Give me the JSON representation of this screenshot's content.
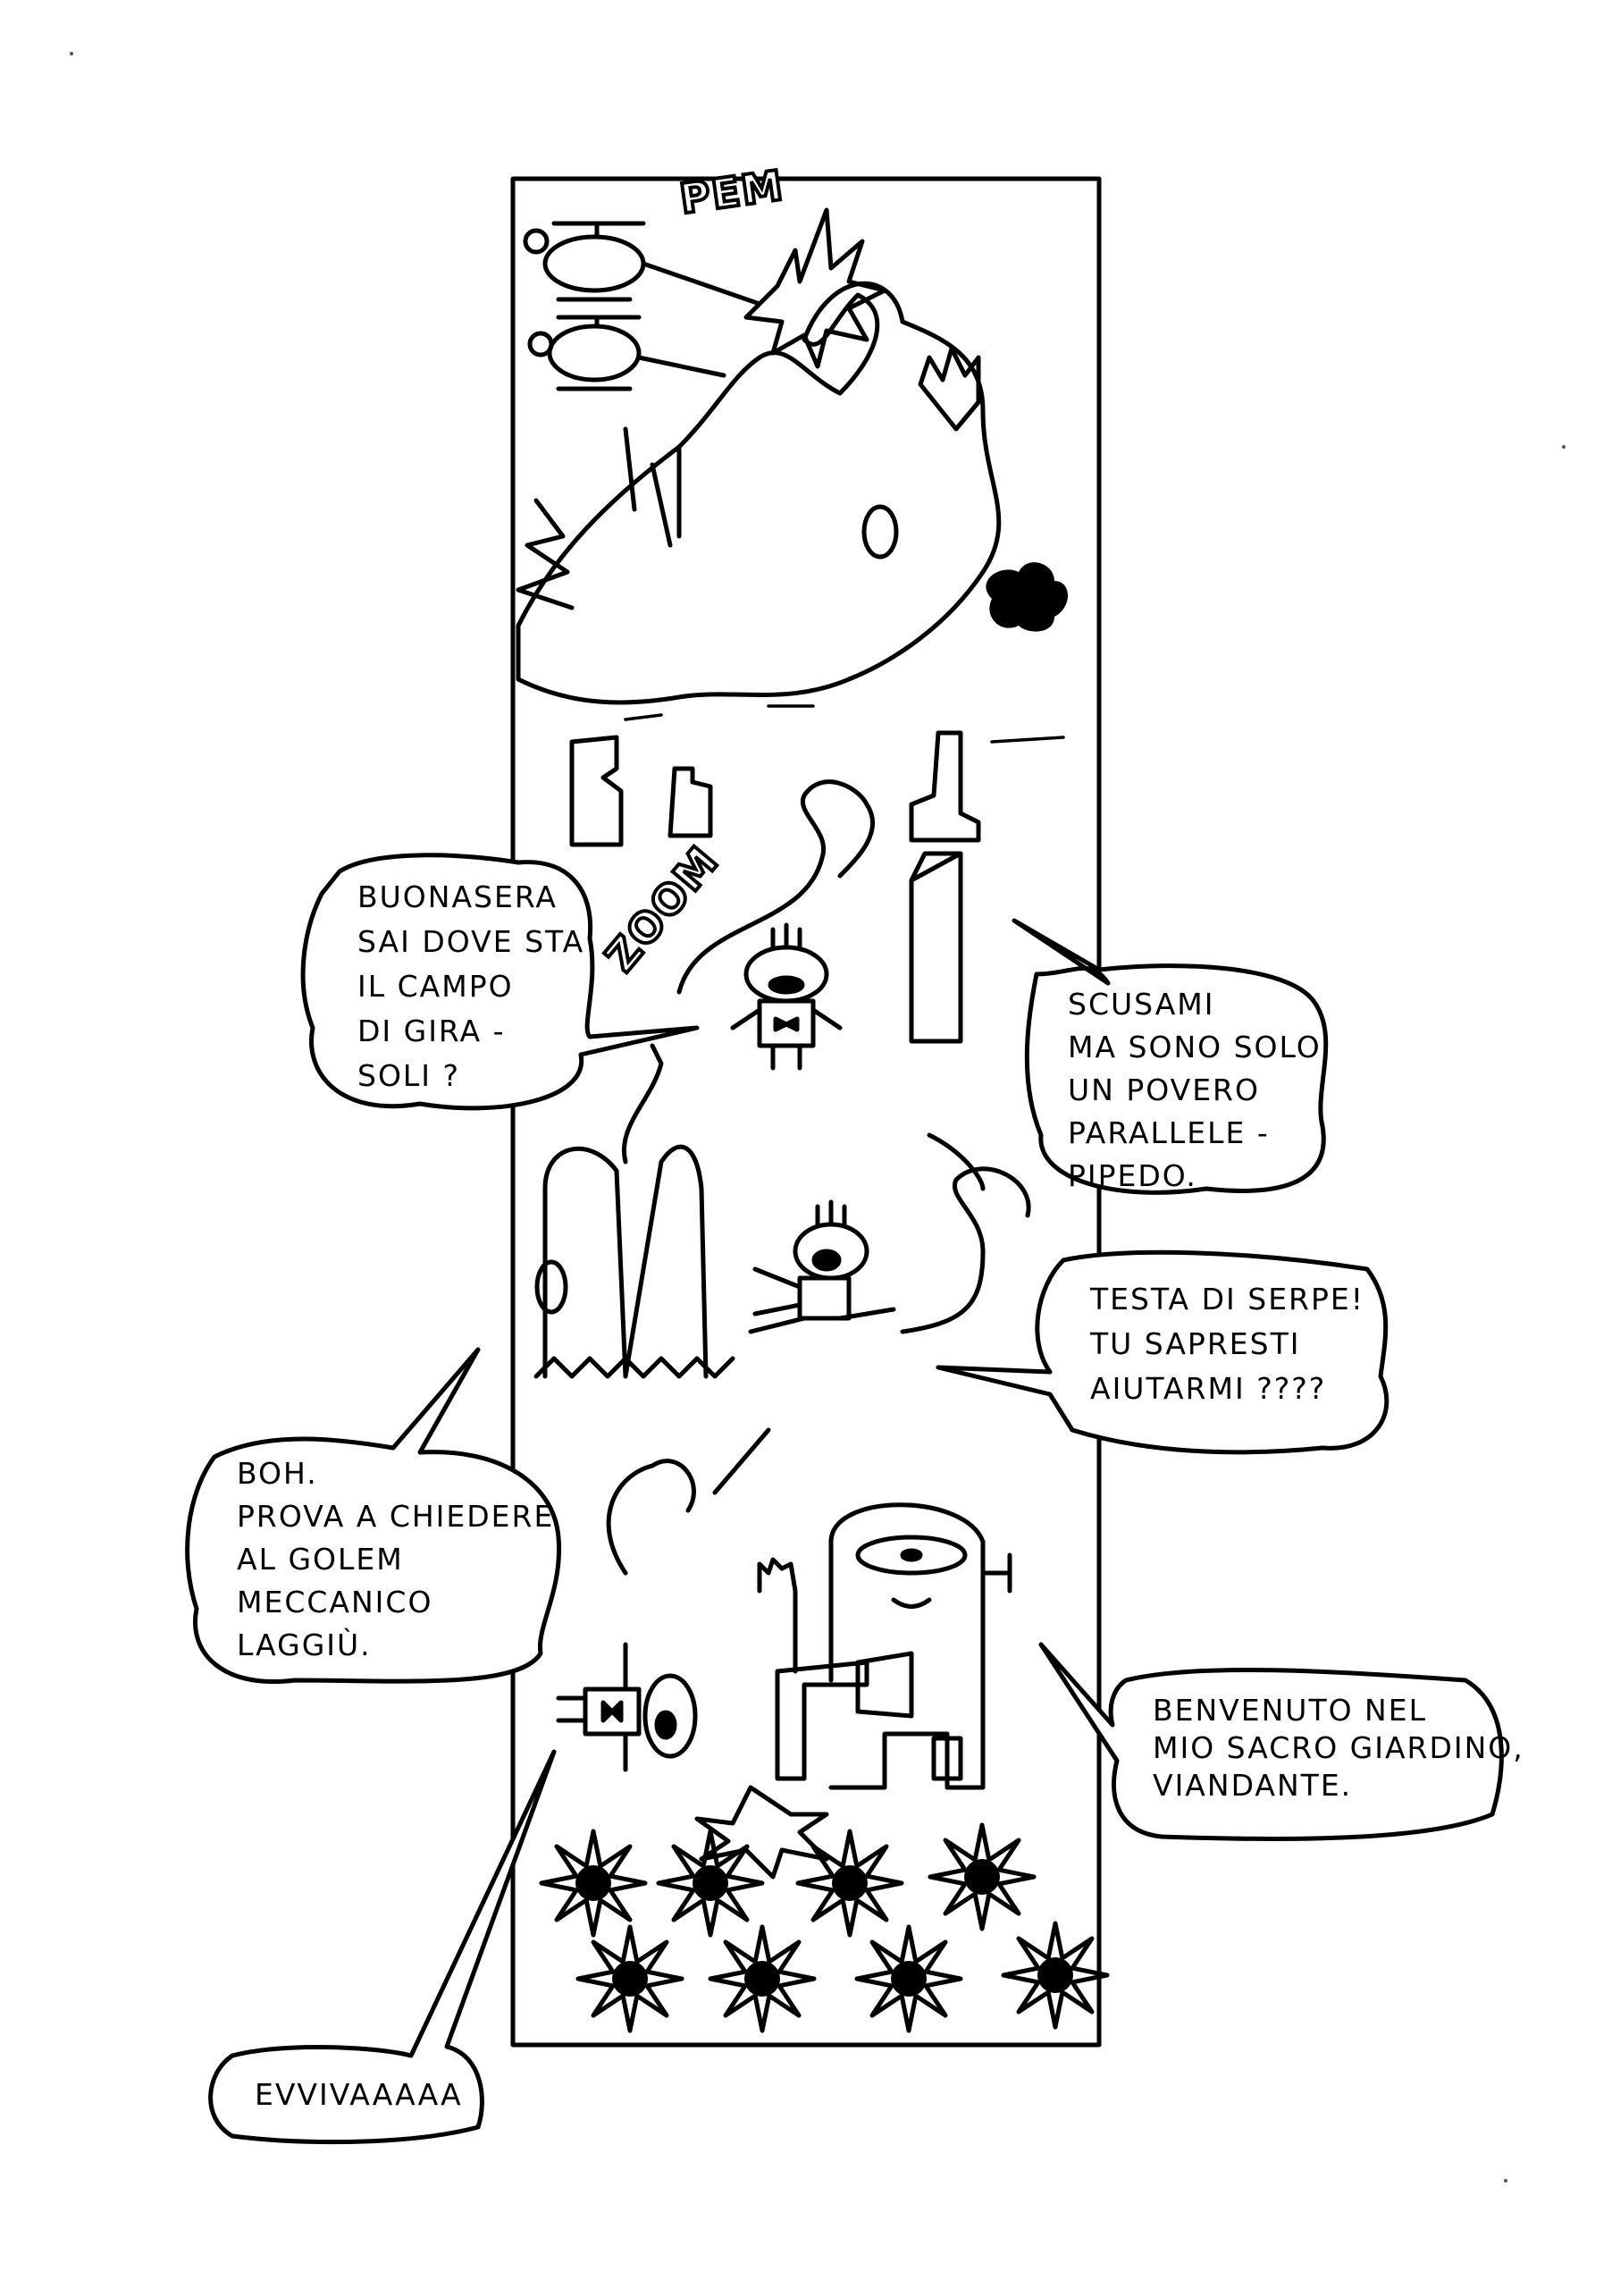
{
  "sound_effects": {
    "pem": "PEM",
    "zoom": "ZOOM"
  },
  "bubbles": {
    "buonasera": [
      "BUONASERA",
      "SAI DOVE STA",
      "IL CAMPO",
      "DI GIRA -",
      "SOLI ?"
    ],
    "scusami": [
      "SCUSAMI",
      "MA SONO SOLO",
      "UN POVERO",
      "PARALLELE -",
      "PIPEDO."
    ],
    "testa": [
      "TESTA DI SERPE!",
      "TU SAPRESTI",
      "AIUTARMI ????"
    ],
    "boh": [
      "BOH.",
      "PROVA A CHIEDERE",
      "AL GOLEM",
      "MECCANICO",
      "LAGGIÙ."
    ],
    "benvenuto": [
      "BENVENUTO NEL",
      "MIO SACRO GIARDINO,",
      "VIANDANTE."
    ],
    "evviva": [
      "EVVIVAAAAA"
    ]
  },
  "colors": {
    "ink": "#000000",
    "paper": "#ffffff"
  }
}
